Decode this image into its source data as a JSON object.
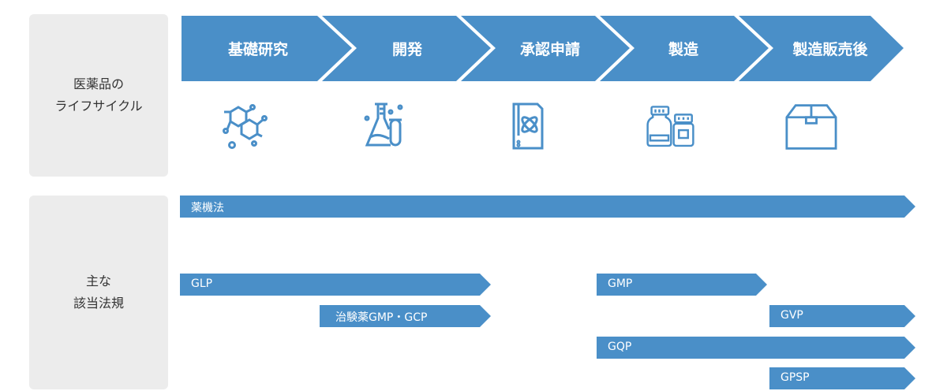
{
  "accent_color": "#4a8fc8",
  "rows": {
    "lifecycle_label": [
      "医薬品の",
      "ライフサイクル"
    ],
    "regulations_label": [
      "主な",
      "該当法規"
    ]
  },
  "stages": [
    {
      "label": "基礎研究",
      "icon": "molecule-icon"
    },
    {
      "label": "開発",
      "icon": "flask-icon"
    },
    {
      "label": "承認申請",
      "icon": "document-atom-icon"
    },
    {
      "label": "製造",
      "icon": "medicine-bottles-icon"
    },
    {
      "label": "製造販売後",
      "icon": "box-icon"
    }
  ],
  "regulations": [
    {
      "label": "薬機法"
    },
    {
      "label": "GLP"
    },
    {
      "label": "治験薬GMP・GCP"
    },
    {
      "label": "GMP"
    },
    {
      "label": "GVP"
    },
    {
      "label": "GQP"
    },
    {
      "label": "GPSP"
    }
  ]
}
